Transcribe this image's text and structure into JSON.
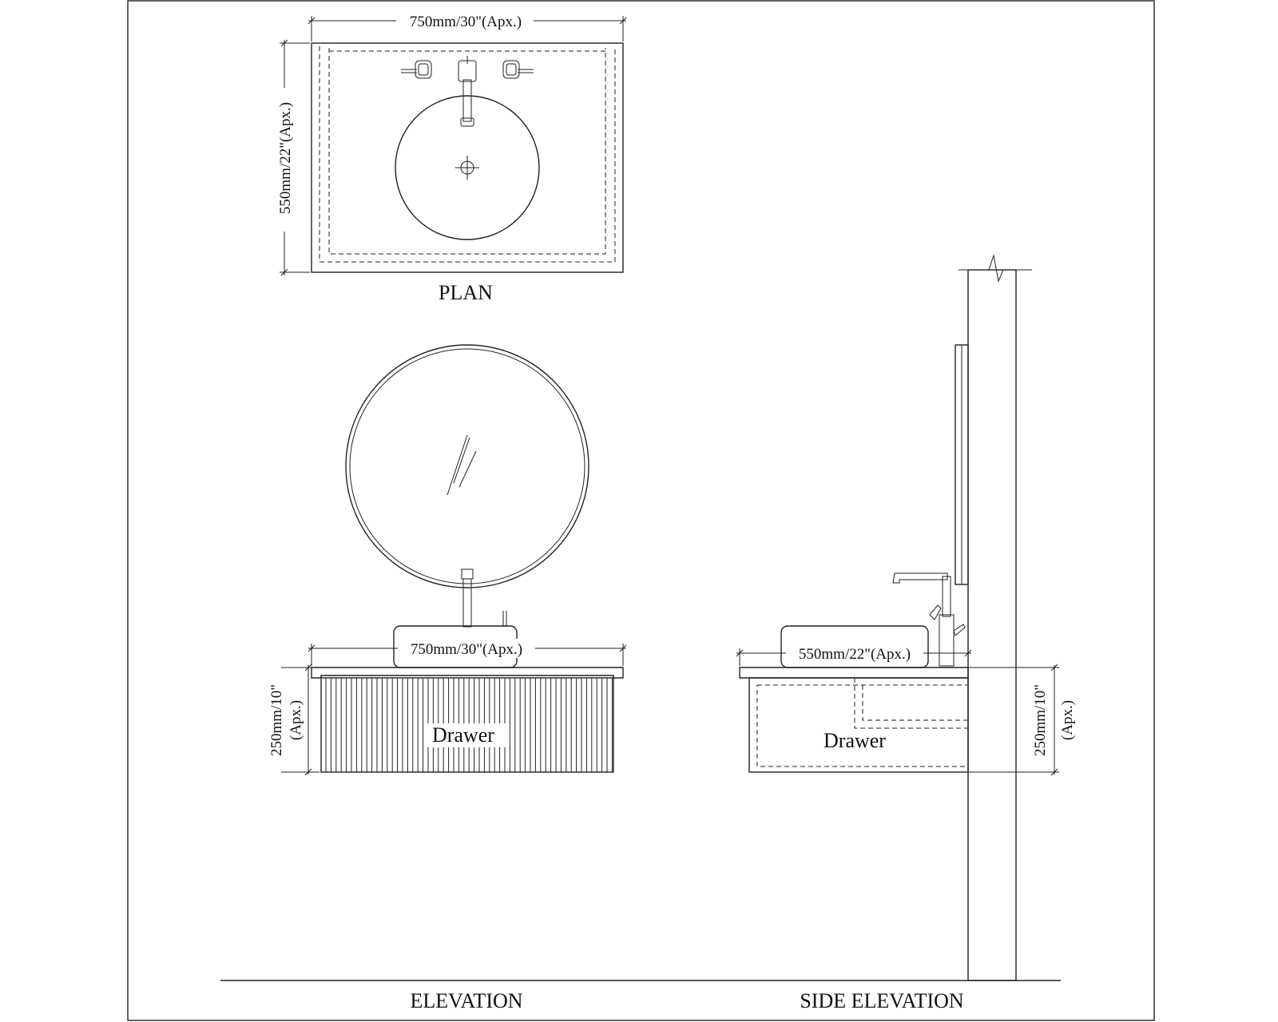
{
  "plan": {
    "title": "PLAN",
    "width_dim": "750mm/30\"(Apx.)",
    "depth_dim": "550mm/22\"(Apx.)"
  },
  "elevation": {
    "title": "ELEVATION",
    "width_dim": "750mm/30\"(Apx.)",
    "height_dim_line1": "250mm/10\"",
    "height_dim_line2": "(Apx.)",
    "drawer_label": "Drawer"
  },
  "side_elevation": {
    "title": "SIDE ELEVATION",
    "depth_dim": "550mm/22\"(Apx.)",
    "height_dim_line1": "250mm/10\"",
    "height_dim_line2": "(Apx.)",
    "drawer_label": "Drawer"
  }
}
